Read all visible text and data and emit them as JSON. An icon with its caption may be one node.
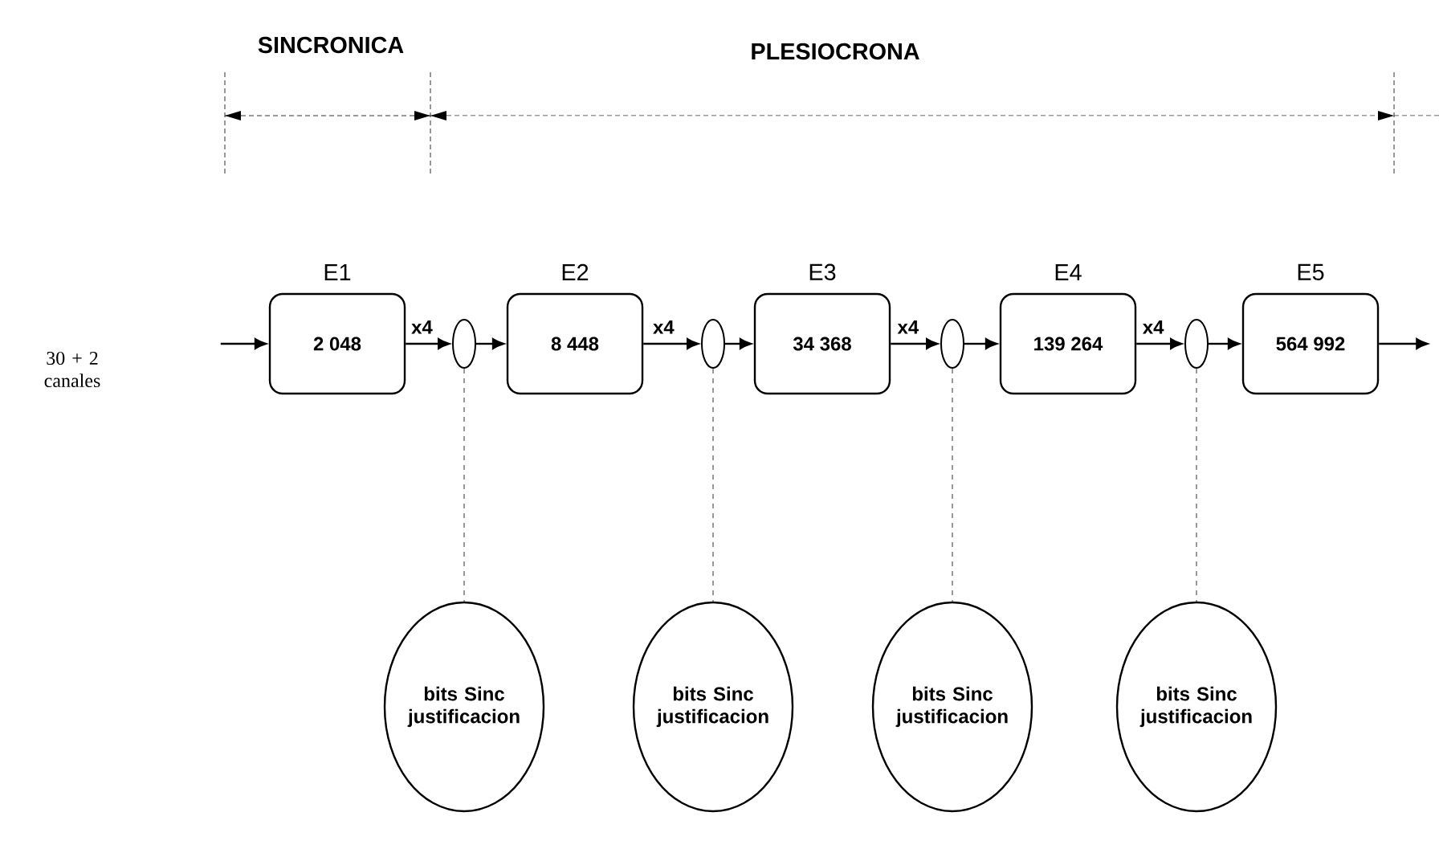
{
  "diagram": {
    "nodes": [
      {
        "text": [
          "E1",
          "2 048"
        ]
      },
      {
        "text": [
          "E2",
          "8 448"
        ]
      },
      {
        "text": [
          "E3",
          "34 368"
        ]
      },
      {
        "text": [
          "E4",
          "139 264"
        ]
      },
      {
        "text": [
          "E5",
          "564 992"
        ]
      },
      {
        "text": [],
        "shape": "ellipse"
      },
      {
        "text": [],
        "shape": "ellipse"
      },
      {
        "text": [],
        "shape": "ellipse"
      },
      {
        "text": [],
        "shape": "ellipse"
      },
      {
        "text": [
          "bits Sinc justificacion"
        ]
      },
      {
        "text": [
          "bits Sinc justificacion"
        ]
      },
      {
        "text": [
          "bits Sinc justificacion"
        ]
      },
      {
        "text": [
          "bits Sinc justificacion"
        ]
      }
    ],
    "edges": [
      {
        "from": null,
        "to": 0,
        "arrow": "to"
      },
      {
        "from": 0,
        "to": 5,
        "arrow": "to",
        "label": "x4"
      },
      {
        "from": 5,
        "to": 1,
        "arrow": "to"
      },
      {
        "from": 1,
        "to": 6,
        "arrow": "to",
        "label": "x4"
      },
      {
        "from": 6,
        "to": 2,
        "arrow": "to"
      },
      {
        "from": 2,
        "to": 7,
        "arrow": "to",
        "label": "x4"
      },
      {
        "from": 7,
        "to": 3,
        "arrow": "to"
      },
      {
        "from": 3,
        "to": 8,
        "arrow": "to",
        "label": "x4"
      },
      {
        "from": 8,
        "to": 4,
        "arrow": "to"
      },
      {
        "from": 4,
        "to": null,
        "arrow": "to"
      },
      {
        "from": 5,
        "to": 9,
        "arrow": "none",
        "style": "dashed"
      },
      {
        "from": 6,
        "to": 10,
        "arrow": "none",
        "style": "dashed"
      },
      {
        "from": 7,
        "to": 11,
        "arrow": "none",
        "style": "dashed"
      },
      {
        "from": 8,
        "to": 12,
        "arrow": "none",
        "style": "dashed"
      }
    ],
    "labels": [
      "SINCRONICA",
      "PLESIOCRONA",
      "30 + 2 canales"
    ]
  }
}
